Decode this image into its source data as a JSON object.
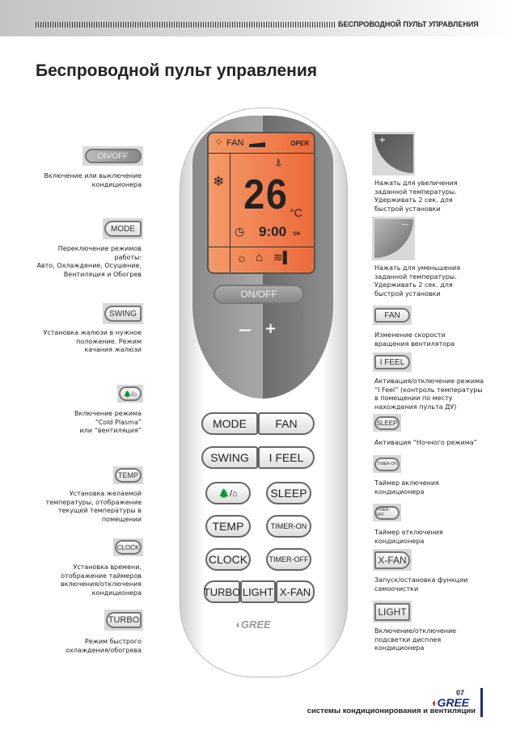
{
  "header": {
    "section_title": "БЕСПРОВОДНОЙ ПУЛЬТ УПРАВЛЕНИЯ"
  },
  "page_title": "Беспроводной пульт управления",
  "left_items": [
    {
      "button": "ON/OFF",
      "text": [
        "Включение или выключение",
        "кондиционера"
      ]
    },
    {
      "button": "MODE",
      "text": [
        "Переключение режимов",
        "работы:",
        "Авто, Охлаждение, Осушение,",
        "Вентиляция и Обогрев"
      ]
    },
    {
      "button": "SWING",
      "text": [
        "Установка жалюзи в нужное",
        "положение. Режим",
        "качания жалюзи"
      ]
    },
    {
      "button": "🌲/⌂",
      "text": [
        "Включение режима",
        "“Cold Plasma”",
        "или “вентиляция”"
      ]
    },
    {
      "button": "TEMP",
      "text": [
        "Установка желаемой",
        "температуры, отображение",
        "текущей температуры в",
        "помещении"
      ]
    },
    {
      "button": "CLOCK",
      "text": [
        "Установка времени,",
        "отображение таймеров",
        "включения/отключения",
        "кондиционера"
      ]
    },
    {
      "button": "TURBO",
      "text": [
        "Режим быстрого",
        "охлаждения/обогрева"
      ]
    }
  ],
  "right_items": [
    {
      "button": "+",
      "text": [
        "Нажать для увеличения",
        "заданной температуры.",
        "Удерживать 2 сек. для",
        "быстрой установки"
      ]
    },
    {
      "button": "—",
      "text": [
        "Нажать для уменьшения",
        "заданной температуры.",
        "Удерживать 2 сек. для",
        "быстрой установки"
      ]
    },
    {
      "button": "FAN",
      "text": [
        "Изменение скорости",
        "вращения вентилятора"
      ]
    },
    {
      "button": "I FEEL",
      "text": [
        "Активация/отключение режима",
        "“I Feel” (контроль температуры",
        "в помещении по месту",
        "нахождения пульта ДУ)"
      ]
    },
    {
      "button": "SLEEP",
      "text": [
        "Активация “Ночного режима”"
      ]
    },
    {
      "button": "TIMER-ON",
      "text": [
        "Таймер включения",
        "кондиционера"
      ]
    },
    {
      "button": "TIMER-OFF",
      "text": [
        "Таймер отключения",
        "кондиционера"
      ]
    },
    {
      "button": "X-FAN",
      "text": [
        "Запуск/остановка функции",
        "самоочистки"
      ]
    },
    {
      "button": "LIGHT",
      "text": [
        "Включение/отключение",
        "подсветки дисплея",
        "кондиционера"
      ]
    }
  ],
  "remote": {
    "display": {
      "fan": "FAN",
      "oper": "OPER",
      "temp": "26",
      "unit": "°C",
      "time": "9:00",
      "time_mode": "ON"
    },
    "onoff": "ON/OFF",
    "minus": "—",
    "plus": "+",
    "buttons": {
      "mode": "MODE",
      "fan": "FAN",
      "swing": "SWING",
      "ifeel": "I FEEL",
      "plasma": "🌲/⌂",
      "sleep": "SLEEP",
      "temp": "TEMP",
      "timer_on": "TIMER-ON",
      "clock": "CLOCK",
      "timer_off": "TIMER-OFF",
      "turbo": "TURBO",
      "light": "LIGHT",
      "xfan": "X-FAN"
    },
    "brand": "GREE"
  },
  "footer": {
    "page_number": "07",
    "brand": "GREE",
    "tagline": "системы кондиционирования и вентиляции"
  },
  "colors": {
    "lcd": "#f08050",
    "brand_red": "#e0201a",
    "brand_blue": "#1a2e7a"
  }
}
